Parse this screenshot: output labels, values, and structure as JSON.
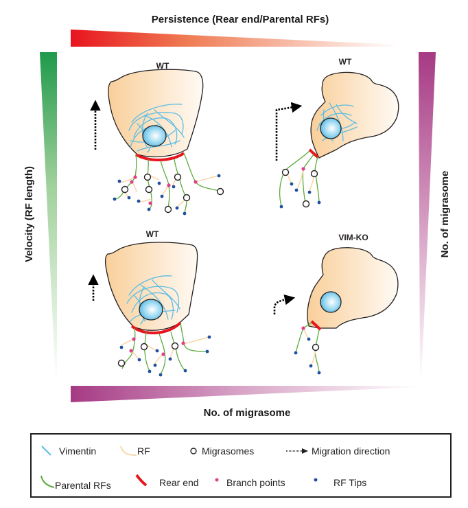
{
  "axes": {
    "top": {
      "label": "Persistence (Rear end/Parental RFs)",
      "gradient_from": "#e8141e",
      "gradient_to": "#ffffff"
    },
    "left": {
      "label": "Velocity (RF length)",
      "gradient_from": "#1f9a4a",
      "gradient_to": "#ffffff"
    },
    "right": {
      "label": "No. of migrasome",
      "gradient_from": "#a63a84",
      "gradient_to": "#ffffff"
    },
    "bottom": {
      "label": "No. of migrasome",
      "gradient_from": "#a63a84",
      "gradient_to": "#ffffff"
    }
  },
  "panels": [
    {
      "id": "top-left",
      "label": "WT",
      "migration": "straight-up",
      "has_vimentin": true
    },
    {
      "id": "top-right",
      "label": "WT",
      "migration": "turn-right",
      "has_vimentin": true
    },
    {
      "id": "bottom-left",
      "label": "WT",
      "migration": "straight-up-short",
      "has_vimentin": true
    },
    {
      "id": "bottom-right",
      "label": "VIM-KO",
      "migration": "turn-right-short",
      "has_vimentin": false
    }
  ],
  "colors": {
    "vimentin": "#5bbde4",
    "rf": "#fad7a8",
    "parental_rf": "#5aab3a",
    "rear_end": "#e8141e",
    "branch_point": "#e0408a",
    "rf_tip": "#1f4fa0",
    "cell_body_left": "#f9cf9a",
    "cell_body_right": "#fffaf4",
    "nucleus": "#6cc6ea"
  },
  "legend": {
    "items": [
      {
        "key": "vimentin",
        "label": "Vimentin",
        "icon": "vimentin-line-icon"
      },
      {
        "key": "rf",
        "label": "RF",
        "icon": "rf-line-icon"
      },
      {
        "key": "migrasomes",
        "label": "Migrasomes",
        "icon": "open-circle-icon"
      },
      {
        "key": "migration",
        "label": "Migration direction",
        "icon": "dotted-arrow-icon"
      },
      {
        "key": "parental_rf",
        "label": "Parental RFs",
        "icon": "parental-rf-line-icon"
      },
      {
        "key": "rear_end",
        "label": "Rear end",
        "icon": "rear-end-arc-icon"
      },
      {
        "key": "branch_points",
        "label": "Branch points",
        "icon": "pink-dot-icon"
      },
      {
        "key": "rf_tips",
        "label": "RF Tips",
        "icon": "blue-dot-icon"
      }
    ]
  }
}
